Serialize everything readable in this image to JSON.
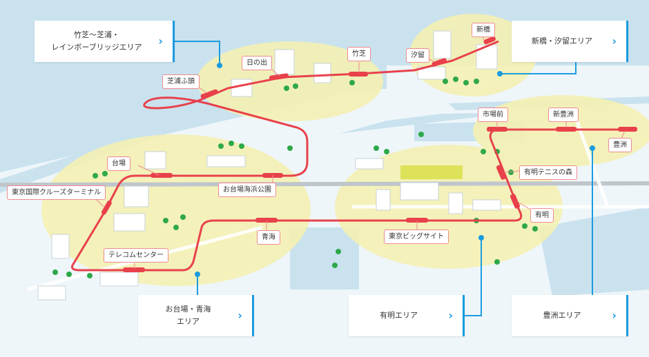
{
  "colors": {
    "water": "#c9e2ee",
    "land": "#eef6fa",
    "area": "#f4f1b2",
    "line": "#e8414b",
    "accent": "#1a9be0"
  },
  "areas": [
    {
      "line1": "竹芝〜芝浦・",
      "line2": "レインボーブリッジエリア",
      "icon": "chevron-right-icon"
    },
    {
      "line1": "新橋・汐留エリア",
      "line2": "",
      "icon": "chevron-right-icon"
    },
    {
      "line1": "お台場・青海",
      "line2": "エリア",
      "icon": "chevron-right-icon"
    },
    {
      "line1": "有明エリア",
      "line2": "",
      "icon": "chevron-right-icon"
    },
    {
      "line1": "豊洲エリア",
      "line2": "",
      "icon": "chevron-right-icon"
    }
  ],
  "stations": [
    "新橋",
    "汐留",
    "竹芝",
    "日の出",
    "芝浦ふ頭",
    "台場",
    "お台場海浜公園",
    "東京国際クルーズターミナル",
    "テレコムセンター",
    "青海",
    "東京ビッグサイト",
    "有明",
    "有明テニスの森",
    "市場前",
    "新豊洲",
    "豊洲"
  ]
}
